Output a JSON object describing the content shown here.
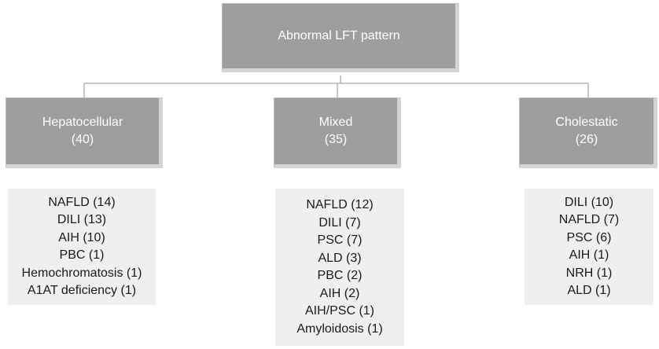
{
  "root": {
    "label": "Abnormal LFT pattern"
  },
  "categories": [
    {
      "id": "hepatocellular",
      "name": "Hepatocellular",
      "count": "(40)",
      "items": [
        "NAFLD (14)",
        "DILI (13)",
        "AIH (10)",
        "PBC (1)",
        "Hemochromatosis (1)",
        "A1AT deficiency (1)"
      ]
    },
    {
      "id": "mixed",
      "name": "Mixed",
      "count": "(35)",
      "items": [
        "NAFLD (12)",
        "DILI (7)",
        "PSC (7)",
        "ALD (3)",
        "PBC (2)",
        "AIH (2)",
        "AIH/PSC (1)",
        "Amyloidosis (1)"
      ]
    },
    {
      "id": "cholestatic",
      "name": "Cholestatic",
      "count": "(26)",
      "items": [
        "DILI (10)",
        "NAFLD (7)",
        "PSC (6)",
        "AIH (1)",
        "NRH (1)",
        "ALD (1)"
      ]
    }
  ],
  "colors": {
    "box_fill": "#9e9e9e",
    "box_shadow": "#d4d4d4",
    "list_fill": "#efefef",
    "connector": "#b5b5b5"
  }
}
